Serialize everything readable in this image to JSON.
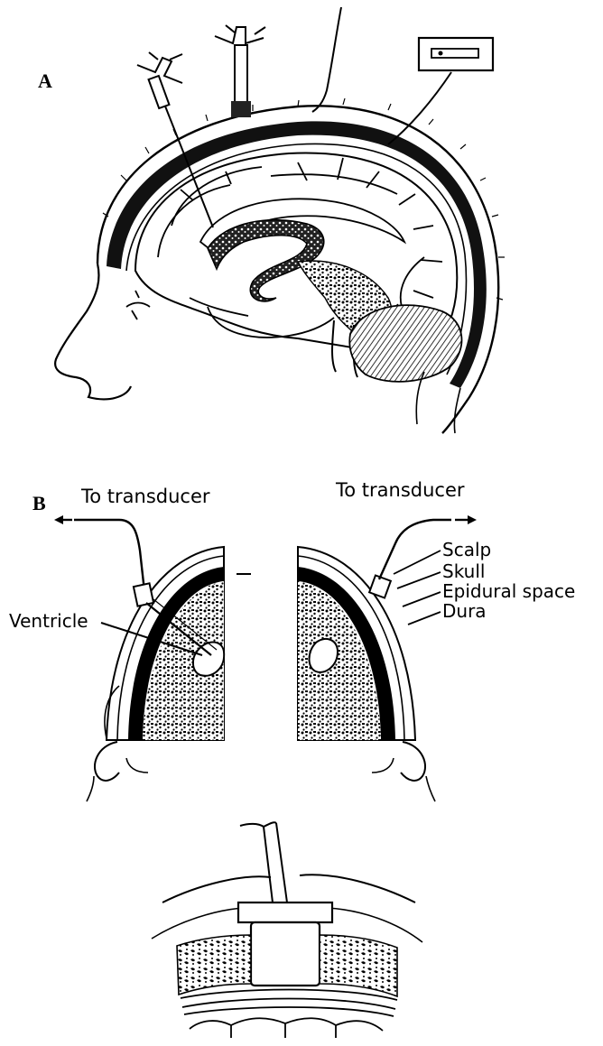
{
  "panels": {
    "a": {
      "letter": "A"
    },
    "b": {
      "letter": "B",
      "left_transducer_label": "To transducer",
      "right_transducer_label": "To transducer",
      "ventricle_label": "Ventricle",
      "layer_labels": [
        "Scalp",
        "Skull",
        "Epidural space",
        "Dura"
      ]
    }
  },
  "colors": {
    "ink": "#000000",
    "paper": "#ffffff",
    "tone": "#555555"
  }
}
